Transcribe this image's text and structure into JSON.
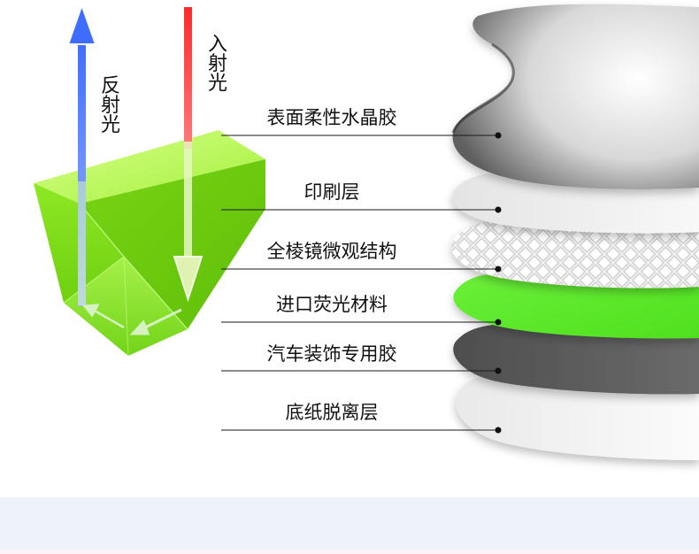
{
  "diagram": {
    "incident_light_label": "入\n射\n光",
    "reflected_light_label": "反\n射\n光",
    "layers": [
      {
        "label": "表面柔性水晶胶"
      },
      {
        "label": "印刷层"
      },
      {
        "label": "全棱镜微观结构"
      },
      {
        "label": "进口荧光材料"
      },
      {
        "label": "汽车装饰专用胶"
      },
      {
        "label": "底纸脱离层"
      }
    ]
  },
  "colors": {
    "prism_green": "#86e61e",
    "incident_arrow": "#ff3b3b",
    "reflected_arrow": "#4a78ff",
    "fluorescent_layer": "#73f043",
    "adhesive_layer": "#5a5a5a",
    "footer_band": "#eef3fb"
  }
}
